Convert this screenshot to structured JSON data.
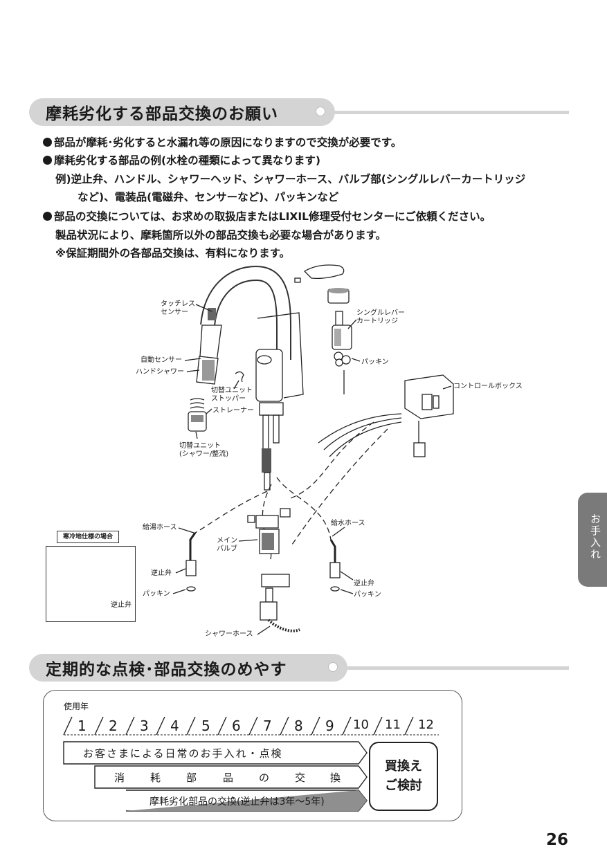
{
  "section1": {
    "title": "摩耗劣化する部品交換のお願い",
    "bullets": [
      "部品が摩耗･劣化すると水漏れ等の原因になりますので交換が必要です。",
      "摩耗劣化する部品の例(水栓の種類によって異なります)"
    ],
    "example_line1": "例)逆止弁、ハンドル、シャワーヘッド、シャワーホース、バルブ部(シングルレバーカートリッジ",
    "example_line2": "など)、電装品(電磁弁、センサーなど)、パッキンなど",
    "bullet3": "部品の交換については、お求めの取扱店またはLIXIL修理受付センターにご依頼ください。",
    "bullet3_sub1": "製品状況により、摩耗箇所以外の部品交換も必要な場合があります。",
    "bullet3_sub2": "※保証期間外の各部品交換は、有料になります。"
  },
  "diagram": {
    "labels": {
      "touchless": "タッチレス\nセンサー",
      "auto_sensor": "自動センサー",
      "hand_shower": "ハンドシャワー",
      "stopper": "切替ユニット\nストッパー",
      "strainer": "ストレーナー",
      "switch_unit": "切替ユニット\n(シャワー/整流)",
      "cartridge": "シングルレバー\nカートリッジ",
      "packing_top": "パッキン",
      "control_box": "コントロールボックス",
      "hot_hose": "給湯ホース",
      "cold_hose": "給水ホース",
      "main_valve": "メイン\nバルブ",
      "check_valve_l": "逆止弁",
      "packing_l": "パッキン",
      "check_valve_r": "逆止弁",
      "packing_r": "パッキン",
      "shower_hose": "シャワーホース",
      "cold_region_title": "寒冷地仕様の場合",
      "cold_region_valve": "逆止弁"
    }
  },
  "side_tab": "お手入れ",
  "section2": {
    "title": "定期的な点検･部品交換のめやす",
    "year_label": "使用年",
    "years": [
      "1",
      "2",
      "3",
      "4",
      "5",
      "6",
      "7",
      "8",
      "9",
      "10",
      "11",
      "12"
    ],
    "bar1": "お客さまによる日常のお手入れ・点検",
    "bar2": [
      "消",
      "耗",
      "部",
      "品",
      "の",
      "交",
      "換"
    ],
    "bar3": "摩耗劣化部品の交換(逆止弁は3年～5年)",
    "replace_line1": "買換え",
    "replace_line2": "ご検討"
  },
  "page_number": "26",
  "colors": {
    "header_gray": "#d4d4d4",
    "tab_gray": "#7a7a7a",
    "bar3_fill": "#8f8f8f"
  }
}
